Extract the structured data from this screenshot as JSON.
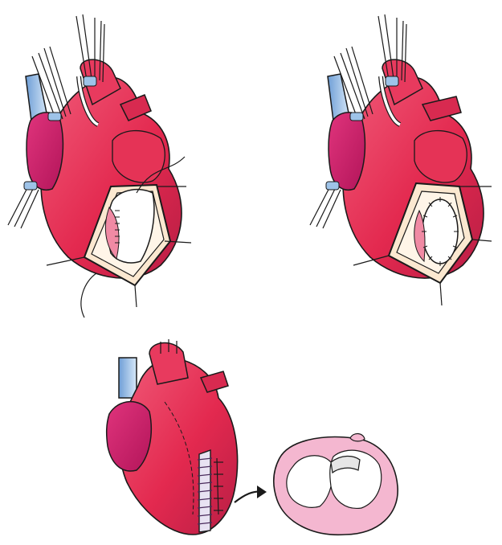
{
  "figure": {
    "panels": [
      {
        "id": "panel-top-left",
        "description_hidden": true
      },
      {
        "id": "panel-top-right",
        "description_hidden": true
      },
      {
        "id": "panel-bottom",
        "description_hidden": true
      }
    ],
    "colors": {
      "heart_red": "#e8315a",
      "heart_dark": "#b81e45",
      "atrium_magenta": "#d4246d",
      "vessel_blue": "#9ec3e8",
      "patch_cream": "#fbe8d0",
      "section_pink": "#f4b7d0",
      "outline": "#1a1a1a"
    }
  }
}
